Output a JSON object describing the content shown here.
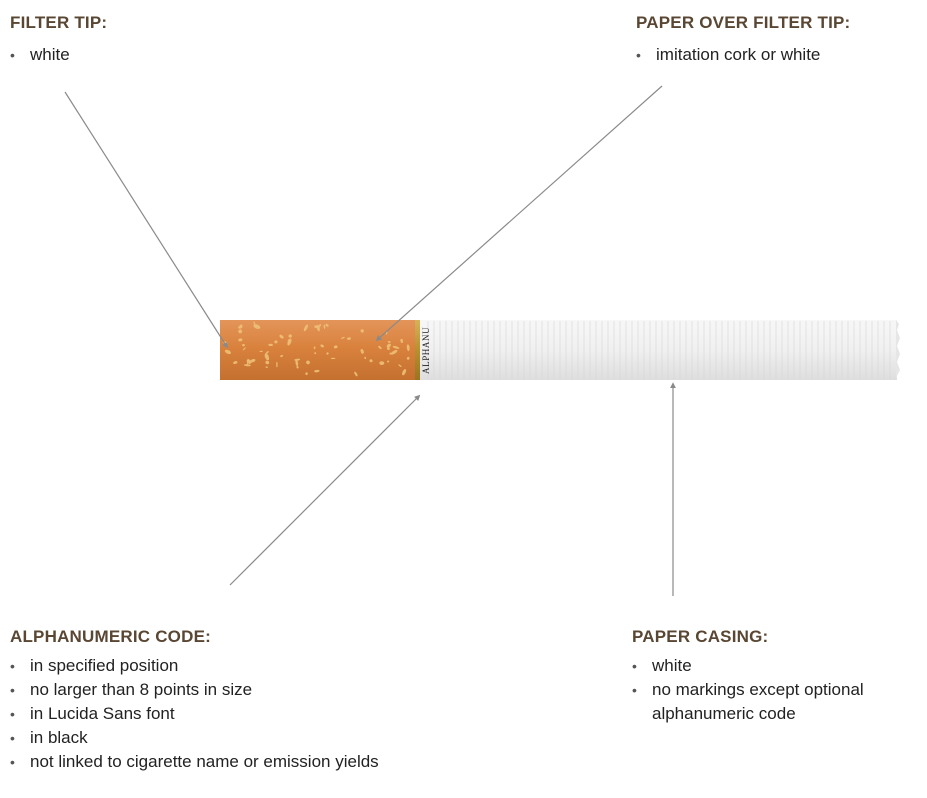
{
  "labels": {
    "filter_tip": {
      "title": "FILTER TIP:",
      "items": [
        "white"
      ]
    },
    "paper_over_filter_tip": {
      "title": "PAPER OVER FILTER TIP:",
      "items": [
        "imitation cork or white"
      ]
    },
    "alphanumeric_code": {
      "title": "ALPHANUMERIC CODE:",
      "items": [
        "in specified position",
        "no larger than 8 points in size",
        "in Lucida Sans font",
        "in black",
        "not linked to cigarette name or emission yields"
      ]
    },
    "paper_casing": {
      "title": "PAPER CASING:",
      "items": [
        "white",
        "no markings except optional",
        "alphanumeric code"
      ]
    }
  },
  "cigarette": {
    "code_marking": "ALPHANU"
  },
  "colors": {
    "heading": "#5a4733",
    "body_text": "#222222",
    "leader_line": "#8a8a8a",
    "filter_paper": "#d9823e",
    "filter_speckle": "#f0c47a",
    "gold_band": "#b8902e",
    "paper_casing": "#f2f2f2"
  }
}
